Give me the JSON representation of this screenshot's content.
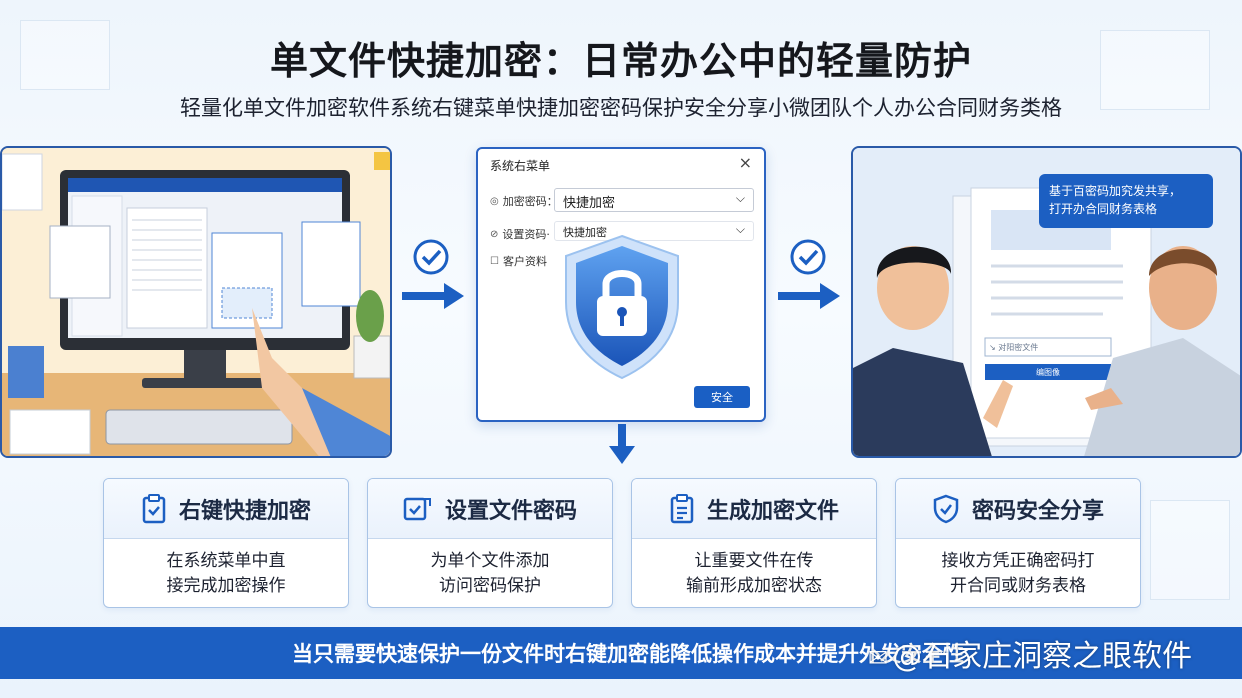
{
  "header": {
    "title": "单文件快捷加密：日常办公中的轻量防护",
    "subtitle": "轻量化单文件加密软件系统右键菜单快捷加密密码保护安全分享小微团队个人办公合同财务类格"
  },
  "dialog": {
    "title": "系统右菜单",
    "rows": [
      {
        "label": "加密密码：",
        "value": "快捷加密"
      },
      {
        "label": "设置资码·",
        "value": "快捷加密"
      },
      {
        "label": "客户资料",
        "value": ""
      }
    ],
    "button_label": "安全"
  },
  "right_panel": {
    "bubble_line1": "基于百密码加究发共享，",
    "bubble_line2": "打开办合同财务表格",
    "input_text": "↘ 对阳密文件",
    "button_label": "编图像"
  },
  "cards": [
    {
      "icon": "clipboard-icon",
      "title": "右键快捷加密",
      "desc_line1": "在系统菜单中直",
      "desc_line2": "接完成加密操作"
    },
    {
      "icon": "edit-check-icon",
      "title": "设置文件密码",
      "desc_line1": "为单个文件添加",
      "desc_line2": "访问密码保护"
    },
    {
      "icon": "document-list-icon",
      "title": "生成加密文件",
      "desc_line1": "让重要文件在传",
      "desc_line2": "输前形成加密状态"
    },
    {
      "icon": "shield-check-icon",
      "title": "密码安全分享",
      "desc_line1": "接收方凭正确密码打",
      "desc_line2": "开合同或财务表格"
    }
  ],
  "banner": {
    "text": "当只需要快速保护一份文件时右键加密能降低操作成本并提升外发安全性",
    "watermark": "@石家庄洞察之眼软件"
  },
  "colors": {
    "brand_blue": "#1c5fc2",
    "panel_border": "#2a5aa8",
    "card_border": "#a9c4e6"
  }
}
